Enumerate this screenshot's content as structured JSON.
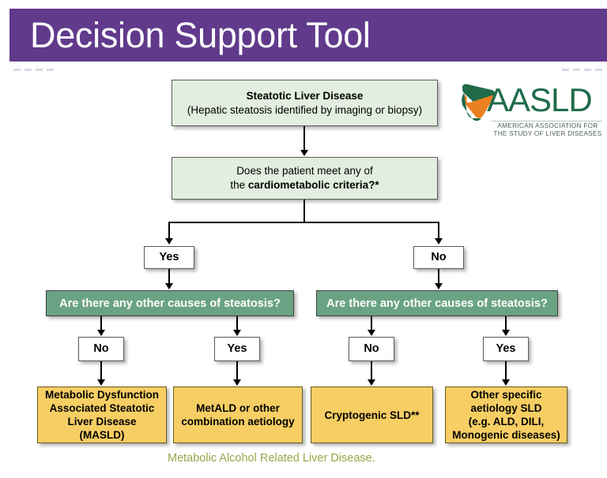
{
  "header": {
    "title": "Decision Support Tool",
    "bar_color": "#613A8B"
  },
  "logo": {
    "wordmark": "AASLD",
    "subtitle_line1": "AMERICAN ASSOCIATION FOR",
    "subtitle_line2": "THE STUDY OF LIVER DISEASES",
    "green": "#1f6b4a",
    "orange": "#ea8020"
  },
  "flowchart": {
    "node_sld_title": "Steatotic Liver Disease",
    "node_sld_sub": "(Hepatic steatosis identified by imaging or biopsy)",
    "node_criteria_line1": "Does the patient meet any of",
    "node_criteria_line2_pre": "the ",
    "node_criteria_line2_bold": "cardiometabolic criteria?*",
    "branch_yes_1": "Yes",
    "branch_no_1": "No",
    "green_left": "Are there any other causes of steatosis?",
    "green_right": "Are there any other causes of steatosis?",
    "leaf_no_left": "No",
    "leaf_yes_left": "Yes",
    "leaf_no_right": "No",
    "leaf_yes_right": "Yes",
    "outcome_masld_l1": "Metabolic Dysfunction",
    "outcome_masld_l2": "Associated Steatotic",
    "outcome_masld_l3": "Liver Disease",
    "outcome_masld_l4": "(MASLD)",
    "outcome_metald_l1": "MetALD or other",
    "outcome_metald_l2": "combination aetiology",
    "outcome_cryptogenic": "Cryptogenic SLD**",
    "outcome_other_l1": "Other specific",
    "outcome_other_l2": "aetiology SLD",
    "outcome_other_l3": "(e.g. ALD, DILI,",
    "outcome_other_l4": "Monogenic diseases)"
  },
  "caption": "Metabolic Alcohol Related Liver Disease.",
  "colors": {
    "box_green": "#e2eedf",
    "box_teal": "#6aa383",
    "box_yellow": "#f6ce63",
    "caption_text": "#9aa44a"
  }
}
